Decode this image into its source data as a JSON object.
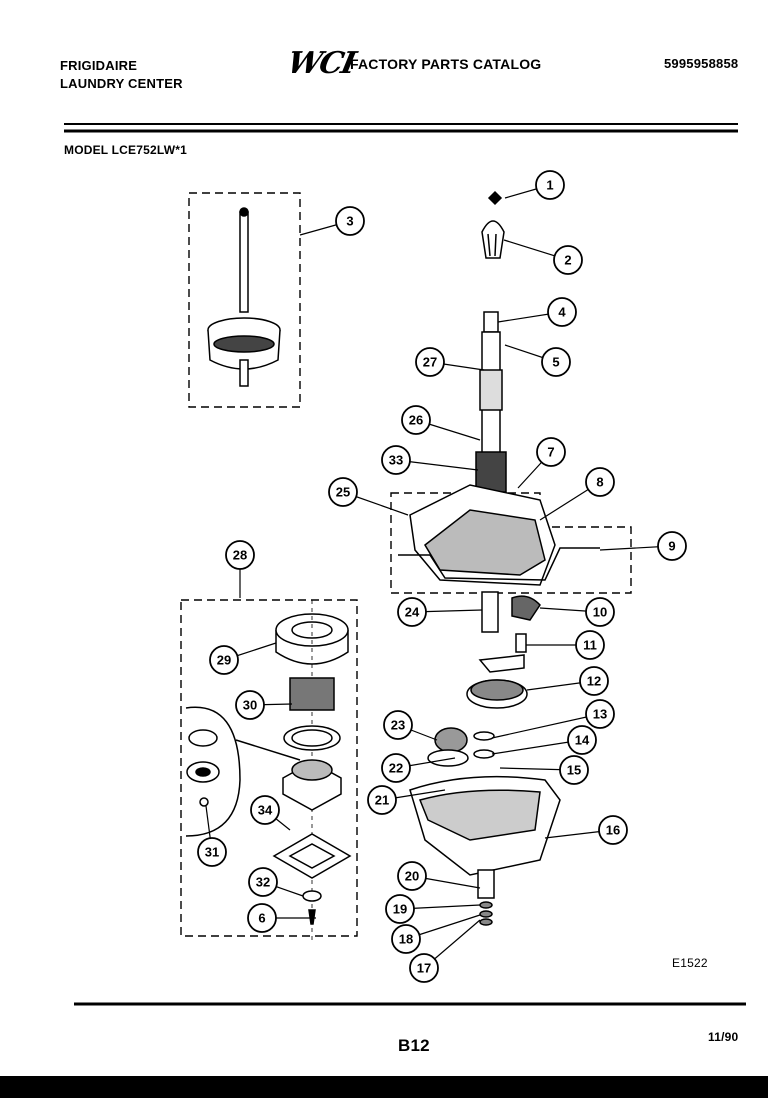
{
  "header": {
    "brand_line1": "FRIGIDAIRE",
    "brand_line2": "LAUNDRY CENTER",
    "logo_text": "WCI",
    "catalog_title": "FACTORY PARTS CATALOG",
    "catalog_number": "5995958858",
    "model_label": "MODEL LCE752LW*1"
  },
  "footer": {
    "figure_code": "E1522",
    "page_code": "B12",
    "date": "11/90"
  },
  "callouts": [
    "1",
    "2",
    "3",
    "4",
    "5",
    "6",
    "7",
    "8",
    "9",
    "10",
    "11",
    "12",
    "13",
    "14",
    "15",
    "16",
    "17",
    "18",
    "19",
    "20",
    "21",
    "22",
    "23",
    "24",
    "25",
    "26",
    "27",
    "28",
    "29",
    "30",
    "31",
    "32",
    "33",
    "34",
    "6"
  ]
}
